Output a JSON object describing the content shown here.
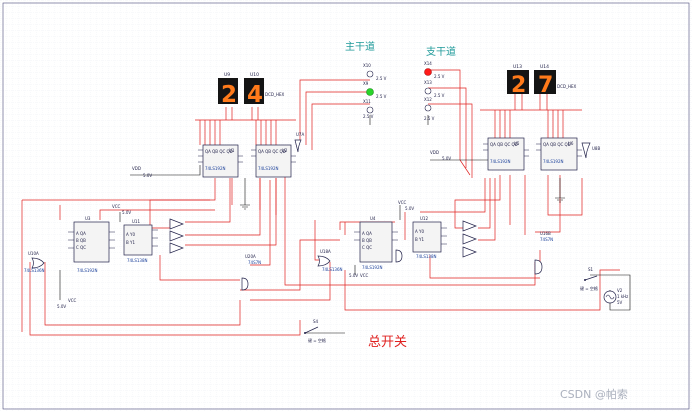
{
  "headings": {
    "main_road": "主干道",
    "branch_road": "支干道",
    "master_switch": "总开关"
  },
  "displays": [
    {
      "id": "U9",
      "digit": "2"
    },
    {
      "id": "U10",
      "digit": "4"
    },
    {
      "id": "U13",
      "digit": "2"
    },
    {
      "id": "U14",
      "digit": "7"
    }
  ],
  "chips": {
    "u1": "U1",
    "u1_part": "74LS192N",
    "u2": "U2",
    "u2_part": "74LS192N",
    "u3": "U3",
    "u3_part": "74LS192N",
    "u11": "U11",
    "u11_part": "74LS138N",
    "u5": "U5",
    "u5_part": "74LS192N",
    "u6": "U6",
    "u6_part": "74LS192N",
    "u4": "U4",
    "u4_part": "74LS192N",
    "u12": "U12",
    "u12_part": "74LS138N"
  },
  "gates": {
    "u10a": "U10A",
    "u10a_part": "74LS136N",
    "u20a": "U20A",
    "u20a_part": "74S7N",
    "u18a": "U18A",
    "u18a_part": "74LS136N",
    "u16b": "U16B",
    "u16b_part": "74S7N",
    "u7a": "U7A",
    "u7a_part": "74LS32N",
    "u8b": "U8B"
  },
  "lamps": {
    "main": [
      "X10",
      "X9",
      "X11"
    ],
    "branch": [
      "X14",
      "X13",
      "X12"
    ],
    "voltage": "2.5 V"
  },
  "power": {
    "vdd": "VDD",
    "vdd_v": "5.0V",
    "vcc": "VCC",
    "vcc_v": "5.0V"
  },
  "switches": {
    "s1": "S1",
    "s1_key": "键 = 空格",
    "s4": "S4",
    "s4_key": "键 = 空格"
  },
  "source": {
    "id": "V2",
    "spec": "1 kHz",
    "volt": "5V"
  },
  "watermark": "CSDN @帕索",
  "colors": {
    "wire": "#e0201f",
    "segment_on": "#ff7a1a",
    "heading": "#1f9a9a",
    "switch_label": "#e0201f",
    "lamp_red": "#ff1a1a",
    "lamp_green": "#29d429"
  }
}
